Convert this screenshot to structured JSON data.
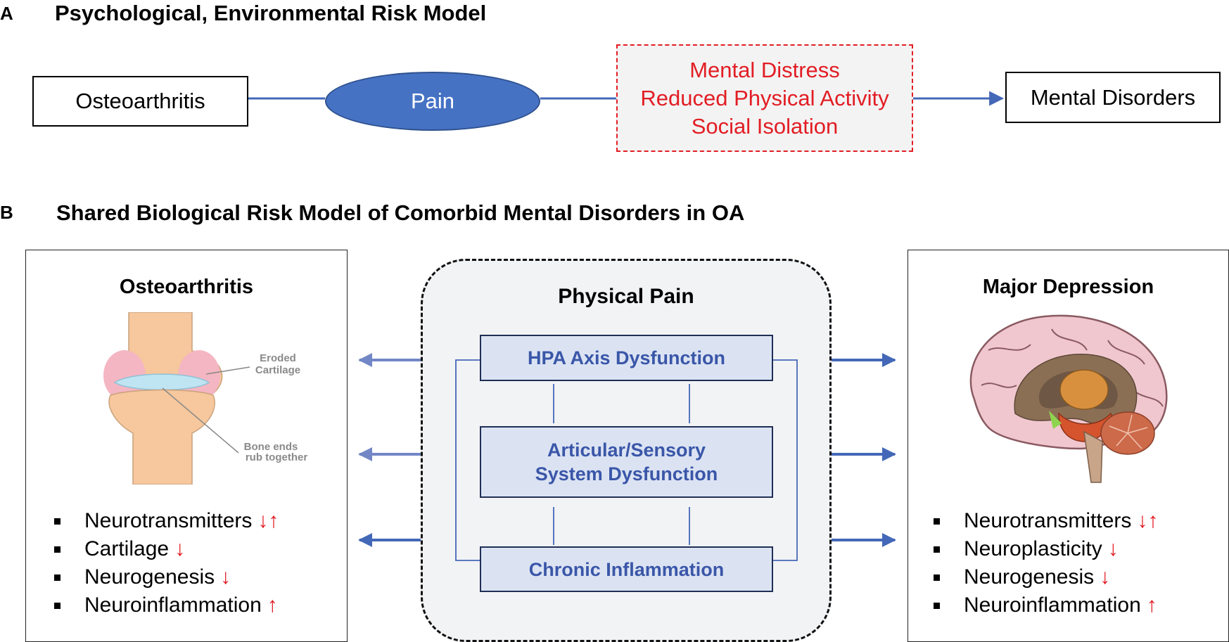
{
  "panel_a": {
    "letter": "A",
    "title": "Psychological,  Environmental Risk Model",
    "osteoarthritis": "Osteoarthritis",
    "pain": "Pain",
    "distress_lines": [
      "Mental Distress",
      "Reduced Physical Activity",
      "Social Isolation"
    ],
    "mental_disorders": "Mental Disorders"
  },
  "panel_b": {
    "letter": "B",
    "title": "Shared Biological Risk Model of Comorbid Mental Disorders in OA",
    "left": {
      "title": "Osteoarthritis",
      "illustration_labels": [
        "Eroded",
        "Cartilage",
        "Bone ends",
        "rub together"
      ],
      "items": [
        {
          "text": "Neurotransmitters",
          "arrows": "↓↑"
        },
        {
          "text": "Cartilage",
          "arrows": "↓"
        },
        {
          "text": "Neurogenesis",
          "arrows": "↓"
        },
        {
          "text": "Neuroinflammation",
          "arrows": "↑"
        }
      ]
    },
    "center": {
      "title": "Physical Pain",
      "box1": "HPA Axis Dysfunction",
      "box2_line1": "Articular/Sensory",
      "box2_line2": "System Dysfunction",
      "box3": "Chronic Inflammation"
    },
    "right": {
      "title": "Major Depression",
      "items": [
        {
          "text": "Neurotransmitters",
          "arrows": "↓↑"
        },
        {
          "text": "Neuroplasticity",
          "arrows": "↓"
        },
        {
          "text": "Neurogenesis",
          "arrows": "↓"
        },
        {
          "text": "Neuroinflammation",
          "arrows": "↑"
        }
      ]
    }
  },
  "colors": {
    "accent_blue": "#4672c4",
    "text_blue": "#3a56a8",
    "red": "#e21d24",
    "box_fill": "#dbe3f3"
  }
}
